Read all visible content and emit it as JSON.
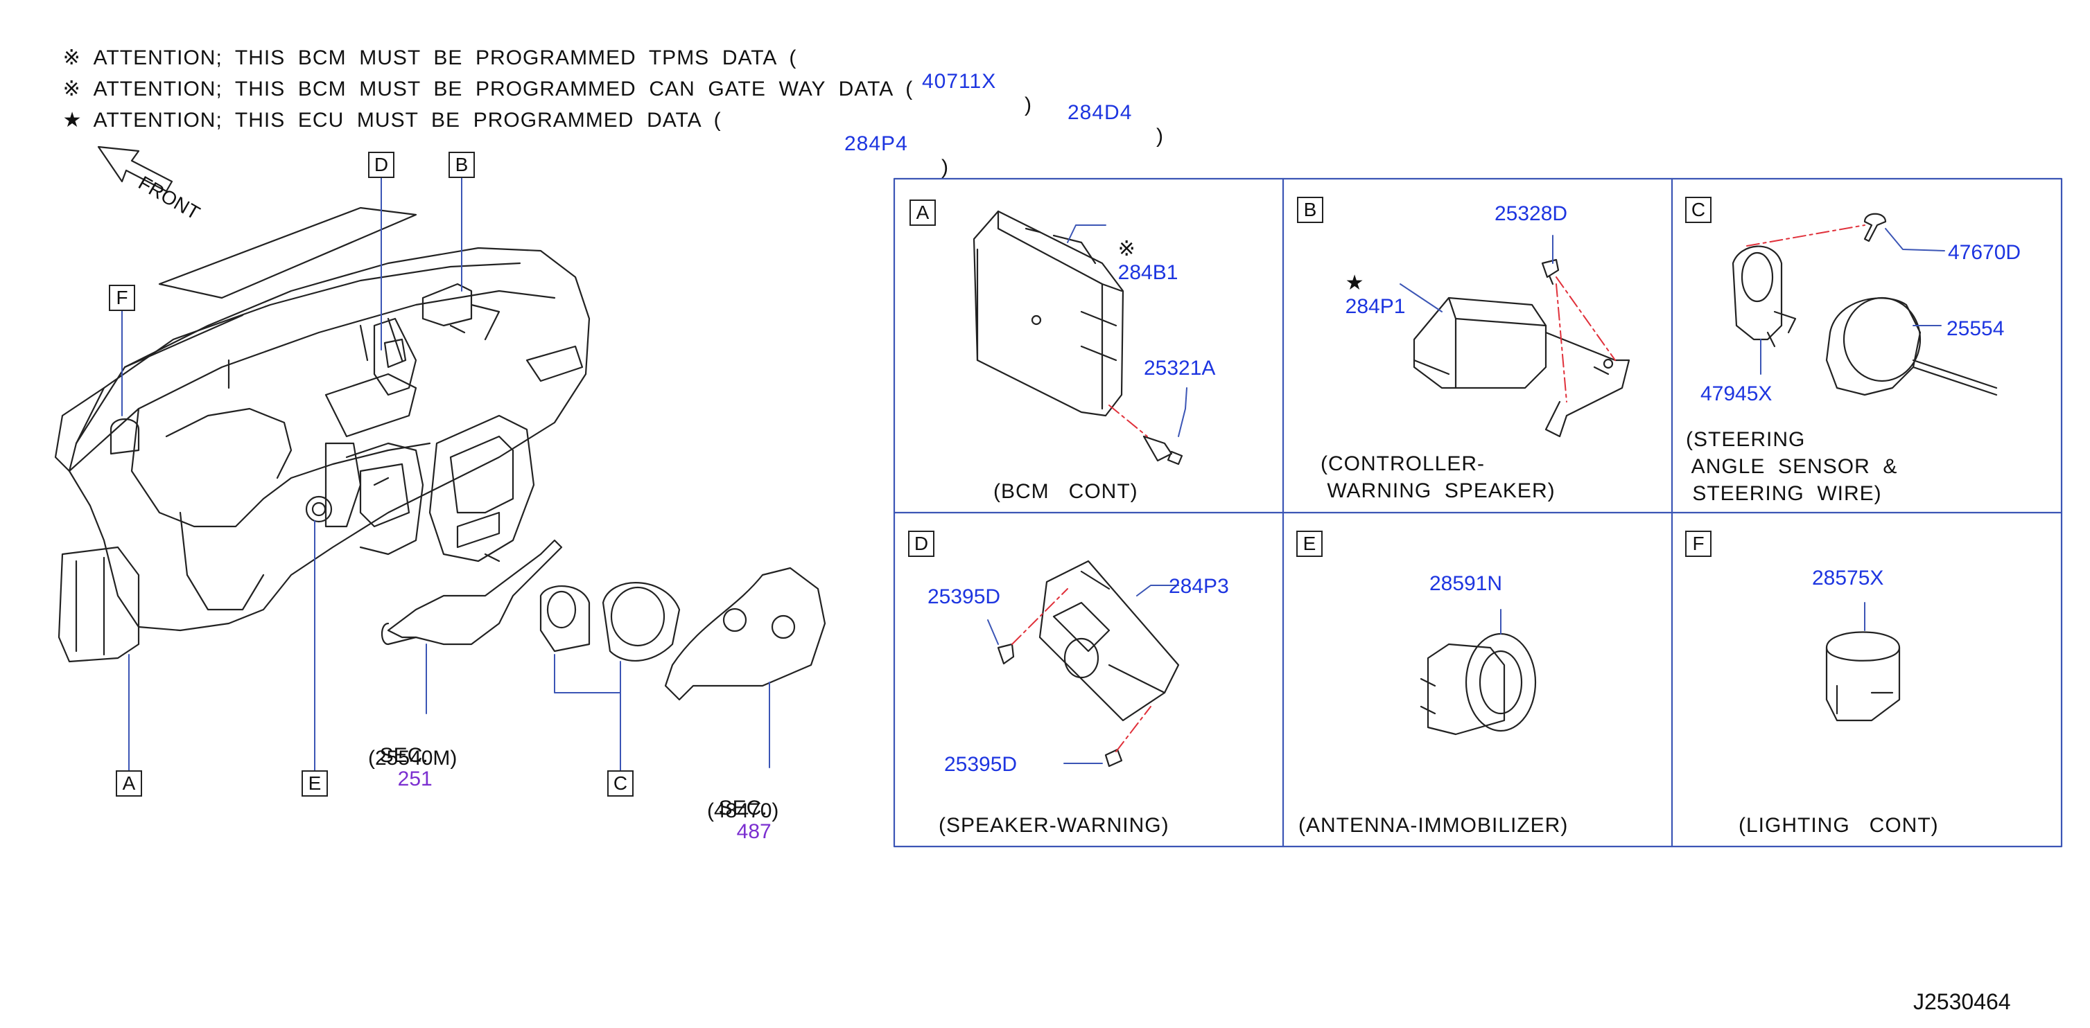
{
  "notes": [
    {
      "marker": "※",
      "text": "ATTENTION;  THIS  BCM  MUST  BE  PROGRAMMED  TPMS  DATA  (",
      "code": "40711X",
      "close": ")"
    },
    {
      "marker": "※",
      "text": "ATTENTION;  THIS  BCM  MUST  BE  PROGRAMMED  CAN  GATE  WAY  DATA  (",
      "code": "284D4",
      "close": ")"
    },
    {
      "marker": "★",
      "text": "ATTENTION;  THIS  ECU  MUST  BE  PROGRAMMED  DATA  (",
      "code": "284P4",
      "close": ")"
    }
  ],
  "front_label": "FRONT",
  "overview": {
    "letters": {
      "A": "A",
      "B": "B",
      "C": "C",
      "D": "D",
      "E": "E",
      "F": "F"
    },
    "sec1": {
      "prefix": "SEC.",
      "num": "251",
      "part": "(25540M)"
    },
    "sec2": {
      "prefix": "SEC.",
      "num": "487",
      "part": "(48470)"
    }
  },
  "panels": {
    "A": {
      "letter": "A",
      "caption": "(BCM   CONT)",
      "parts": {
        "p1_marker": "※",
        "p1": "284B1",
        "p2": "25321A"
      }
    },
    "B": {
      "letter": "B",
      "caption": "(CONTROLLER-\n WARNING  SPEAKER)",
      "parts": {
        "p1_marker": "★",
        "p1": "284P1",
        "p2": "25328D"
      }
    },
    "C": {
      "letter": "C",
      "caption": "(STEERING\n ANGLE  SENSOR  &\n STEERING  WIRE)",
      "parts": {
        "p1": "47670D",
        "p2": "25554",
        "p3": "47945X"
      }
    },
    "D": {
      "letter": "D",
      "caption": "(SPEAKER-WARNING)",
      "parts": {
        "p1": "25395D",
        "p2": "284P3",
        "p3": "25395D"
      }
    },
    "E": {
      "letter": "E",
      "caption": "(ANTENNA-IMMOBILIZER)",
      "parts": {
        "p1": "28591N"
      }
    },
    "F": {
      "letter": "F",
      "caption": "(LIGHTING   CONT)",
      "parts": {
        "p1": "28575X"
      }
    }
  },
  "diagram_id": "J2530464",
  "colors": {
    "part_number": "#1d35e0",
    "section_ref": "#7b2fd0",
    "panel_border": "#3b55b5",
    "leader_red": "#e0303a"
  }
}
